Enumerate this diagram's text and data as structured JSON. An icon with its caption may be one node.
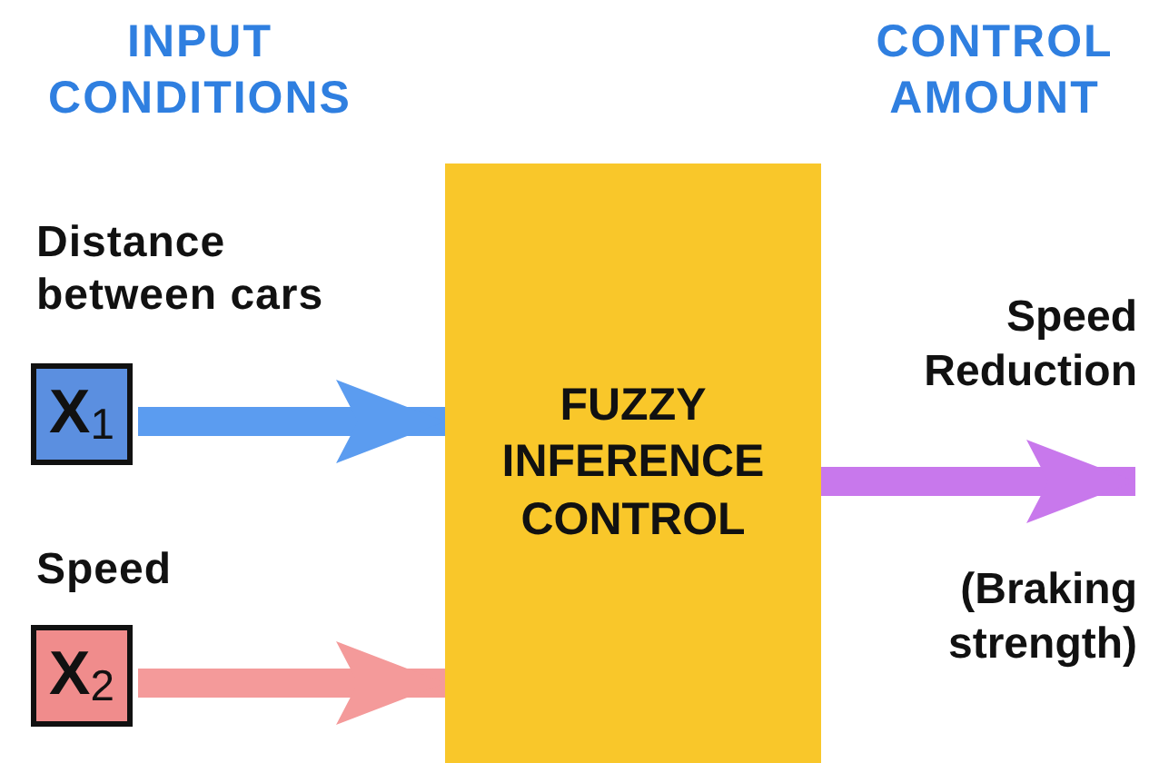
{
  "diagram": {
    "nodes": [
      {
        "text": [
          "FUZZY INFERENCE CONTROL"
        ]
      },
      {
        "text": [
          "X$_{1}$"
        ],
        "beside": [
          "Distance between cars"
        ]
      },
      {
        "text": [
          "X$_{2}$"
        ],
        "beside": [
          "Speed"
        ]
      }
    ],
    "edges": [
      {
        "from": 1,
        "to": 0,
        "arrow": "to",
        "color": "#5b9cf0"
      },
      {
        "from": 2,
        "to": 0,
        "arrow": "to",
        "color": "#f49a9a"
      },
      {
        "from": 0,
        "to": null,
        "arrow": "to",
        "color": "#c878ec",
        "label": "Speed Reduction"
      }
    ],
    "labels": [
      "INPUT CONDITIONS",
      "CONTROL AMOUNT",
      "(Braking strength)"
    ]
  }
}
